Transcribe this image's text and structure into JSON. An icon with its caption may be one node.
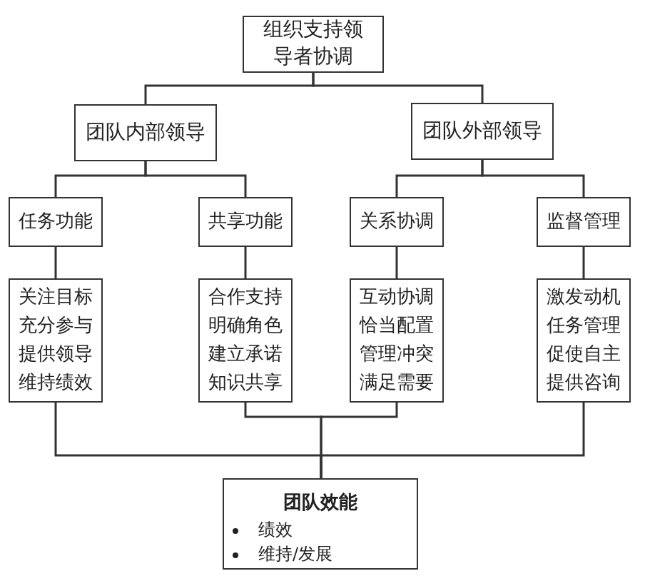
{
  "diagram": {
    "nodes": [
      {
        "text": [
          "组织支持领导者协调"
        ]
      },
      {
        "text": [
          "团队内部领导"
        ]
      },
      {
        "text": [
          "团队外部领导"
        ]
      },
      {
        "text": [
          "任务功能"
        ]
      },
      {
        "text": [
          "共享功能"
        ]
      },
      {
        "text": [
          "关系协调"
        ]
      },
      {
        "text": [
          "监督管理"
        ]
      },
      {
        "text": [
          "关注目标充分参与提供领导维持绩效"
        ]
      },
      {
        "text": [
          "合作支持明确角色建立承诺知识共享"
        ]
      },
      {
        "text": [
          "互动协调恰当配置管理冲突满足需要"
        ]
      },
      {
        "text": [
          "激发动机任务管理促使自主提供咨询"
        ]
      },
      {
        "text": [
          "团队效能",
          "绩效",
          "维持/发展"
        ]
      }
    ],
    "edges": [
      {
        "from": 0,
        "to": 1,
        "arrow": "none"
      },
      {
        "from": 0,
        "to": 2,
        "arrow": "none"
      },
      {
        "from": 1,
        "to": 3,
        "arrow": "none"
      },
      {
        "from": 1,
        "to": 4,
        "arrow": "none"
      },
      {
        "from": 2,
        "to": 5,
        "arrow": "none"
      },
      {
        "from": 2,
        "to": 6,
        "arrow": "none"
      },
      {
        "from": 3,
        "to": 7,
        "arrow": "none"
      },
      {
        "from": 4,
        "to": 8,
        "arrow": "none"
      },
      {
        "from": 5,
        "to": 9,
        "arrow": "none"
      },
      {
        "from": 6,
        "to": 10,
        "arrow": "none"
      },
      {
        "from": 7,
        "to": 11,
        "arrow": "none"
      },
      {
        "from": 8,
        "to": 11,
        "arrow": "none"
      },
      {
        "from": 9,
        "to": 11,
        "arrow": "none"
      },
      {
        "from": 10,
        "to": 11,
        "arrow": "none"
      }
    ]
  }
}
